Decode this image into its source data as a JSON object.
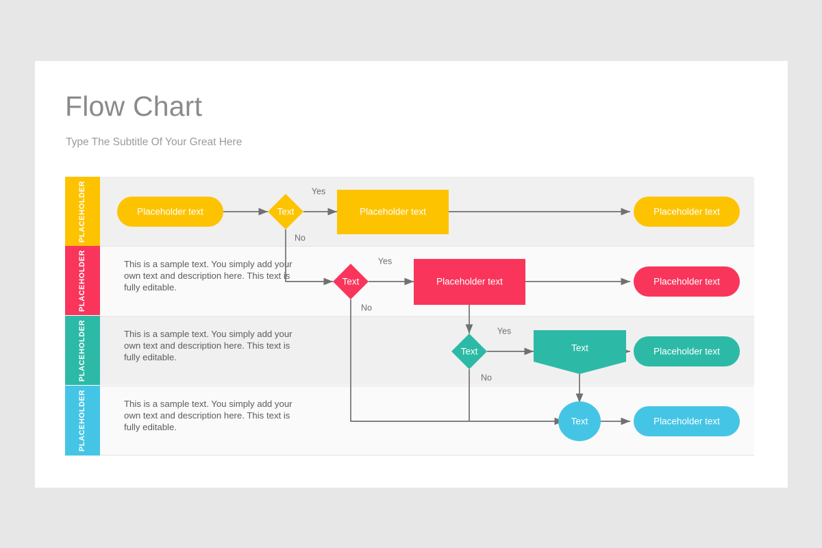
{
  "slide": {
    "title": "Flow Chart",
    "subtitle": "Type The Subtitle Of Your Great Here",
    "background": "#e7e7e7",
    "panel_color": "#ffffff"
  },
  "palette": {
    "yellow": "#fdc300",
    "pink": "#f9355b",
    "teal": "#2cbaa6",
    "blue": "#45c5e5",
    "connector": "#707070",
    "row_odd_bg": "#f0f0f0",
    "row_even_bg": "#fafafa",
    "title_color": "#8a8a8a",
    "subtitle_color": "#9b9b9b",
    "body_text_color": "#5c5c5c"
  },
  "chart_data": {
    "type": "diagram",
    "title": "Flow Chart",
    "rows": [
      {
        "tab_label": "PLACEHOLDER",
        "color": "#fdc300",
        "description": "",
        "nodes": [
          {
            "name": "start-pill",
            "shape": "pill",
            "label": "Placeholder text"
          },
          {
            "name": "decision-diamond",
            "shape": "diamond",
            "label": "Text"
          },
          {
            "name": "process-rect",
            "shape": "rect",
            "label": "Placeholder text"
          },
          {
            "name": "end-pill",
            "shape": "pill",
            "label": "Placeholder text"
          }
        ],
        "branches": {
          "yes": "Yes",
          "no": "No"
        }
      },
      {
        "tab_label": "PLACEHOLDER",
        "color": "#f9355b",
        "description": "This is a sample text. You simply add your own text and description here. This text is fully editable.",
        "nodes": [
          {
            "name": "decision-diamond",
            "shape": "diamond",
            "label": "Text"
          },
          {
            "name": "process-rect",
            "shape": "rect",
            "label": "Placeholder text"
          },
          {
            "name": "end-pill",
            "shape": "pill",
            "label": "Placeholder text"
          }
        ],
        "branches": {
          "yes": "Yes",
          "no": "No"
        }
      },
      {
        "tab_label": "PLACEHOLDER",
        "color": "#2cbaa6",
        "description": "This is a sample text. You simply add your own text and description here. This text is fully editable.",
        "nodes": [
          {
            "name": "decision-diamond",
            "shape": "diamond",
            "label": "Text"
          },
          {
            "name": "pentagon-node",
            "shape": "pentagon-down",
            "label": "Text"
          },
          {
            "name": "end-pill",
            "shape": "pill",
            "label": "Placeholder text"
          }
        ],
        "branches": {
          "yes": "Yes",
          "no": "No"
        }
      },
      {
        "tab_label": "PLACEHOLDER",
        "color": "#45c5e5",
        "description": "This is a sample text. You simply add your own text and description here. This text is fully editable.",
        "nodes": [
          {
            "name": "circle-node",
            "shape": "circle",
            "label": "Text"
          },
          {
            "name": "end-pill",
            "shape": "pill",
            "label": "Placeholder text"
          }
        ],
        "branches": {}
      }
    ]
  },
  "labels": {
    "yes": "Yes",
    "no": "No",
    "text": "Text",
    "placeholder_text": "Placeholder text",
    "placeholder_tab": "PLACEHOLDER",
    "sample_description": "This is a sample text. You simply add your own text and description here. This text is fully editable."
  }
}
